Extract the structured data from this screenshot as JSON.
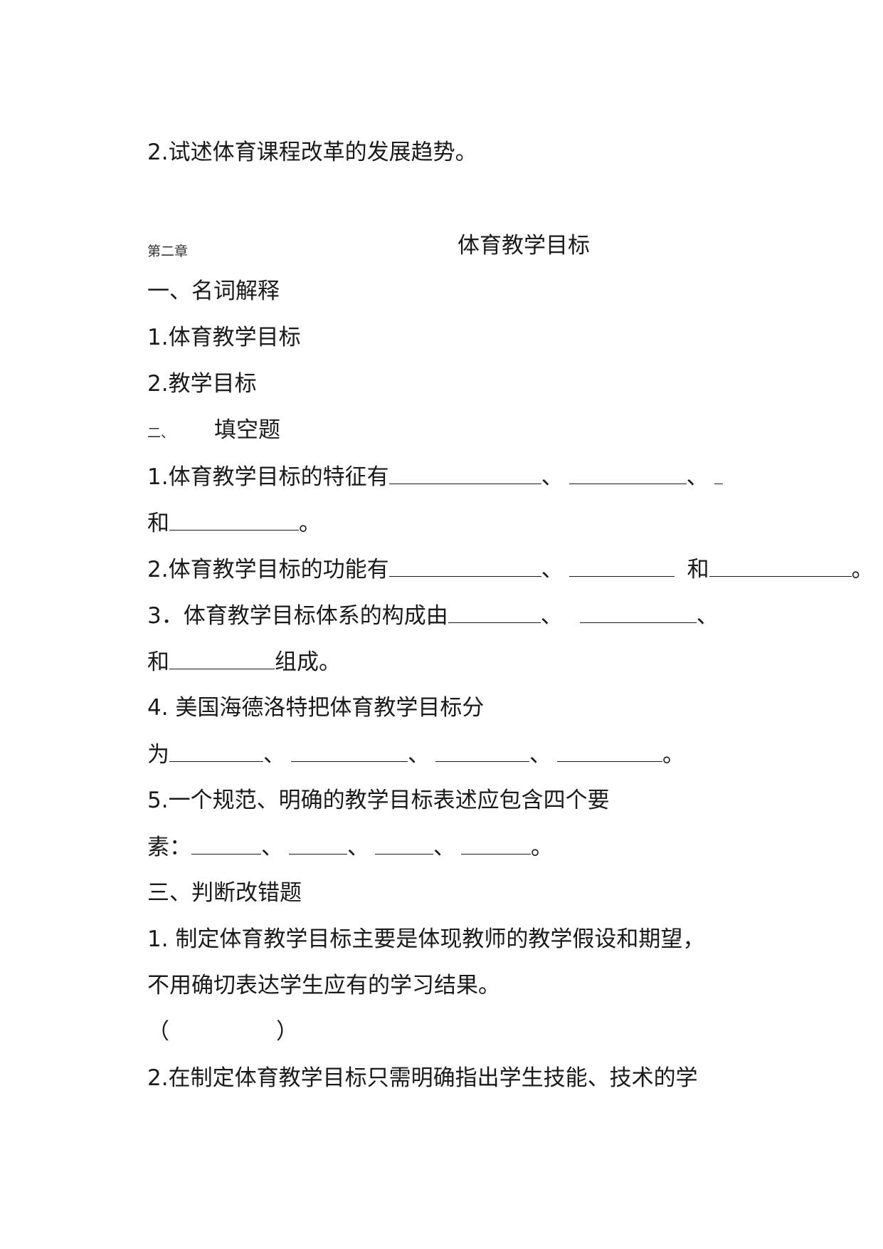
{
  "q_prev": "2.试述体育课程改革的发展趋势。",
  "chapter": {
    "label": "第二章",
    "title": "体育教学目标"
  },
  "section1": {
    "heading": "一、名词解释",
    "items": [
      "1.体育教学目标",
      "2.教学目标"
    ]
  },
  "section2": {
    "num": "二、",
    "heading": "填空题",
    "q1": {
      "text": "1.体育教学目标的特征有",
      "sep1": "、",
      "sep2": "、",
      "and": "和",
      "end": "。"
    },
    "q2": {
      "text": "2.体育教学目标的功能有",
      "sep1": "、",
      "and": "和",
      "end": "。"
    },
    "q3": {
      "text": "3．体育教学目标体系的构成由",
      "sep1": "、",
      "sep2": "、",
      "and": "和",
      "end": "组成。"
    },
    "q4": {
      "text": "4. 美国海德洛特把体育教学目标分",
      "prefix": "为",
      "sep": "、",
      "end": "。"
    },
    "q5": {
      "text": "5.一个规范、明确的教学目标表述应包含四个要",
      "prefix": "素：",
      "sep": "、",
      "end": "。"
    }
  },
  "section3": {
    "heading": "三、判断改错题",
    "q1_line1": "1. 制定体育教学目标主要是体现教师的教学假设和期望，",
    "q1_line2": "不用确切表达学生应有的学习结果。",
    "paren_open": "（",
    "paren_close": "）",
    "q2_line1": "2.在制定体育教学目标只需明确指出学生技能、技术的学"
  }
}
